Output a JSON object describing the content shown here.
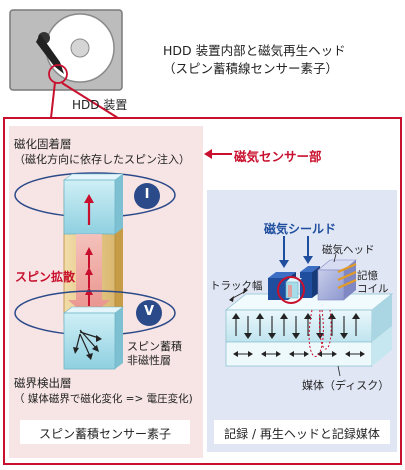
{
  "header": {
    "title_line1": "HDD 装置内部と磁気再生ヘッド",
    "title_line2": "（スピン蓄積線センサー素子）",
    "hdd_label": "HDD 装置"
  },
  "left_panel": {
    "pinned_layer_title": "磁化固着層",
    "pinned_layer_note": "（磁化方向に依存したスピン注入）",
    "spin_diffusion": "スピン拡散",
    "spin_accum_label_line1": "スピン蓄積",
    "spin_accum_label_line2": "非磁性層",
    "detect_layer_title": "磁界検出層",
    "detect_layer_note": "（ 媒体磁界で磁化変化 => 電圧変化)",
    "current_symbol": "I",
    "voltage_symbol": "V",
    "caption": "スピン蓄積センサー素子"
  },
  "connector_label": "磁気センサー部",
  "right_panel": {
    "shield_label": "磁気シールド",
    "head_label": "磁気ヘッド",
    "coil_label_line1": "記憶",
    "coil_label_line2": "コイル",
    "track_width_label": "トラック幅",
    "media_label": "媒体（ディスク）",
    "caption": "記録 / 再生ヘッドと記録媒体"
  },
  "colors": {
    "accent_red": "#c8102e",
    "left_panel_bg": "#f7e4e4",
    "right_panel_bg": "#e0e6f4",
    "shield_blue": "#1f4e9e"
  }
}
